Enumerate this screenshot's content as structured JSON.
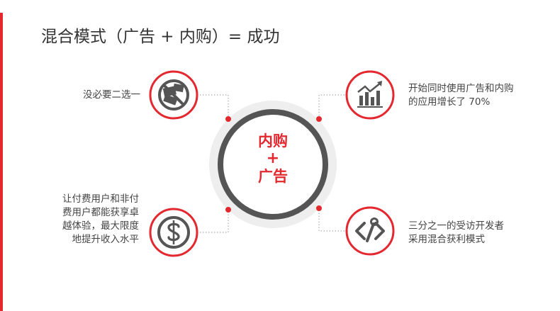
{
  "title": "混合模式（广告 + 内购）= 成功",
  "center": {
    "top": "内购",
    "plus": "+",
    "bottom": "广告"
  },
  "items": [
    {
      "text": "没必要二选一",
      "icon": "no-choice-icon"
    },
    {
      "text_lines": [
        "开始同时使用广告和内购",
        "的应用增长了 70%"
      ],
      "icon": "growth-chart-icon"
    },
    {
      "text_lines": [
        "让付费用户和非付",
        "费用户都能获享卓",
        "越体验，最大限度",
        "地提升收入水平"
      ],
      "icon": "dollar-coin-icon"
    },
    {
      "text_lines": [
        "三分之一的受访开发者",
        "采用混合获利模式"
      ],
      "icon": "dev-tools-icon"
    }
  ],
  "colors": {
    "accent": "#e3282f",
    "ring": "#555555",
    "text": "#444444"
  }
}
